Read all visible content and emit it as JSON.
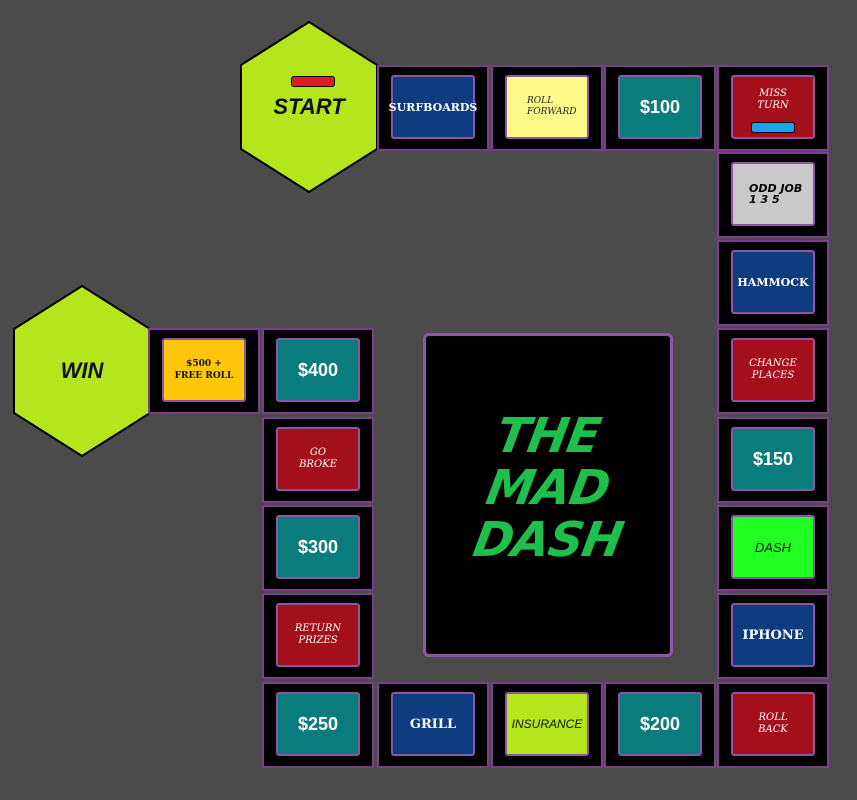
{
  "board": {
    "start": {
      "label": "START",
      "color": "#b5e61d"
    },
    "win": {
      "label": "WIN",
      "color": "#b5e61d"
    },
    "center": {
      "line1": "THE",
      "line2": "MAD",
      "line3": "DASH",
      "logo_color": "#1fbf4c"
    },
    "tokens": [
      {
        "name": "red-token",
        "color": "#e01b24"
      },
      {
        "name": "blue-token",
        "color": "#1ea0f0"
      }
    ],
    "spaces": {
      "surfboards": "SURFBOARDS",
      "roll_forward_1": "ROLL",
      "roll_forward_2": "FORWARD",
      "s100": "$100",
      "miss_turn_1": "MISS",
      "miss_turn_2": "TURN",
      "odd_job_1": "ODD JOB",
      "odd_job_2": "1 3 5",
      "hammock": "HAMMOCK",
      "change_places_1": "CHANGE",
      "change_places_2": "PLACES",
      "s150": "$150",
      "dash": "DASH",
      "iphone": "IPHONE",
      "roll_back_1": "ROLL",
      "roll_back_2": "BACK",
      "s200": "$200",
      "insurance": "INSURANCE",
      "grill": "GRILL",
      "s250": "$250",
      "return_prizes_1": "RETURN",
      "return_prizes_2": "PRIZES",
      "s300": "$300",
      "go_broke_1": "GO",
      "go_broke_2": "BROKE",
      "s400": "$400",
      "final_1": "$500 +",
      "final_2": "FREE ROLL"
    }
  }
}
